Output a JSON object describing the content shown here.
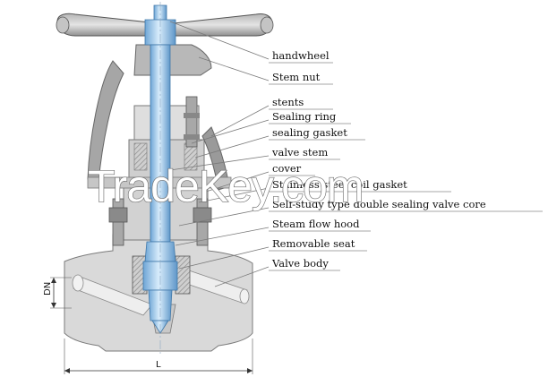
{
  "diagram": {
    "labels": [
      {
        "id": "handwheel",
        "text": "handwheel"
      },
      {
        "id": "stem-nut",
        "text": "Stem nut"
      },
      {
        "id": "stents",
        "text": "stents"
      },
      {
        "id": "sealing-ring",
        "text": "Sealing ring"
      },
      {
        "id": "sealing-gasket",
        "text": "sealing gasket"
      },
      {
        "id": "valve-stem",
        "text": "valve stem"
      },
      {
        "id": "cover",
        "text": "cover"
      },
      {
        "id": "stainless-steel-coil-gasket",
        "text": "Stainless steel coil gasket"
      },
      {
        "id": "self-study-valve-core",
        "text": "Self-study type double sealing valve core"
      },
      {
        "id": "steam-flow-hood",
        "text": "Steam flow hood"
      },
      {
        "id": "removable-seat",
        "text": "Removable seat"
      },
      {
        "id": "valve-body",
        "text": "Valve body"
      }
    ],
    "dimensions": {
      "height_label": "DN",
      "length_label": "L"
    },
    "watermark": "TradeKey.com"
  },
  "colors": {
    "body_fill": "#d8d8d8",
    "body_dark": "#9a9a9a",
    "stem_blue": "#9cc8ea",
    "stem_blue_dark": "#5b93c4",
    "line": "#666666"
  }
}
